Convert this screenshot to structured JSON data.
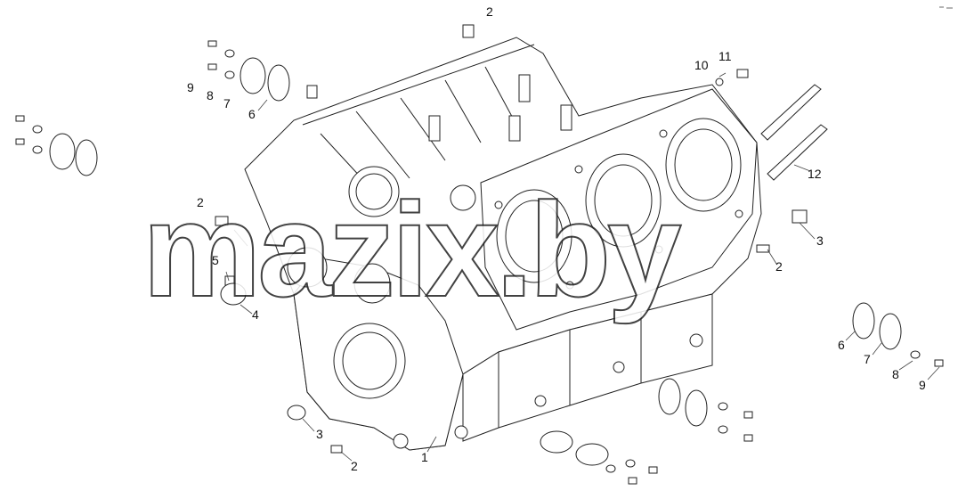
{
  "watermark": "mazix.by",
  "corner_mark": "",
  "callouts": [
    {
      "id": "c-2-top",
      "text": "2"
    },
    {
      "id": "c-10",
      "text": "10"
    },
    {
      "id": "c-11",
      "text": "11"
    },
    {
      "id": "c-9-left",
      "text": "9"
    },
    {
      "id": "c-8-left",
      "text": "8"
    },
    {
      "id": "c-7-left",
      "text": "7"
    },
    {
      "id": "c-6-left",
      "text": "6"
    },
    {
      "id": "c-12",
      "text": "12"
    },
    {
      "id": "c-2-left",
      "text": "2"
    },
    {
      "id": "c-3-right",
      "text": "3"
    },
    {
      "id": "c-2-right",
      "text": "2"
    },
    {
      "id": "c-5",
      "text": "5"
    },
    {
      "id": "c-4",
      "text": "4"
    },
    {
      "id": "c-6-right",
      "text": "6"
    },
    {
      "id": "c-7-right",
      "text": "7"
    },
    {
      "id": "c-8-right",
      "text": "8"
    },
    {
      "id": "c-9-right",
      "text": "9"
    },
    {
      "id": "c-3-bottom",
      "text": "3"
    },
    {
      "id": "c-2-bottom",
      "text": "2"
    },
    {
      "id": "c-1",
      "text": "1"
    }
  ]
}
